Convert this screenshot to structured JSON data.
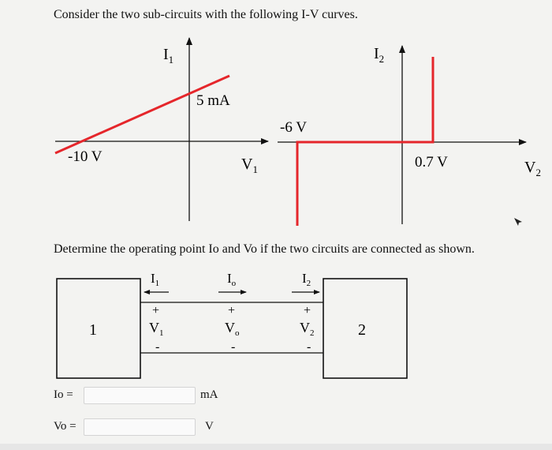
{
  "question": "Consider the two sub-circuits with the following I-V curves.",
  "graph1": {
    "y_axis_label": "I",
    "y_axis_sub": "1",
    "x_axis_label": "V",
    "x_axis_sub": "1",
    "y_intercept_label": "5 mA",
    "x_intercept_label": "-10 V"
  },
  "graph2": {
    "y_axis_label": "I",
    "y_axis_sub": "2",
    "x_axis_label": "V",
    "x_axis_sub": "2",
    "negative_label": "-6 V",
    "positive_label": "0.7 V"
  },
  "instruction": "Determine the operating point Io and Vo if the two circuits are connected as shown.",
  "circuit": {
    "box1_label": "1",
    "box2_label": "2",
    "i1": "I",
    "i1_sub": "1",
    "io": "I",
    "io_sub": "o",
    "i2": "I",
    "i2_sub": "2",
    "v1": "V",
    "v1_sub": "1",
    "vo": "V",
    "vo_sub": "o",
    "v2": "V",
    "v2_sub": "2",
    "plus": "+",
    "minus": "-"
  },
  "answers": {
    "io_label": "Io =",
    "io_value": "",
    "io_unit": "mA",
    "vo_label": "Vo =",
    "vo_value": "",
    "vo_unit": "V"
  },
  "colors": {
    "curve": "#e5262b",
    "axis": "#111111"
  }
}
